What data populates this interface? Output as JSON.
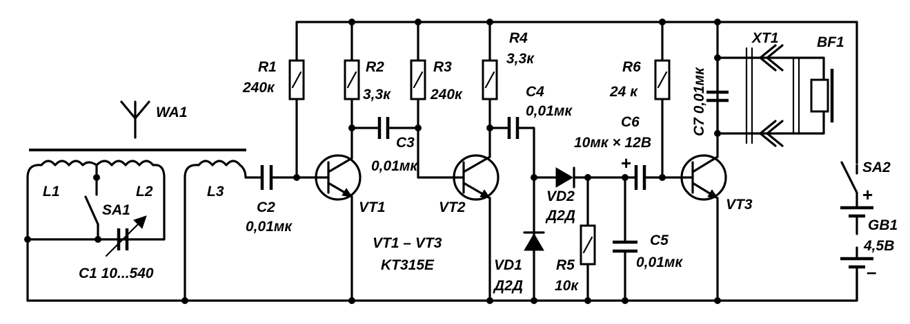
{
  "labels": {
    "wa1": "WA1",
    "l1": "L1",
    "l2": "L2",
    "l3": "L3",
    "sa1": "SA1",
    "c1": "C1 10...540",
    "c2_name": "C2",
    "c2_value": "0,01мк",
    "r1_name": "R1",
    "r1_value": "240к",
    "r2_name": "R2",
    "r2_value": "3,3к",
    "r3_name": "R3",
    "r3_value": "240к",
    "r4_name": "R4",
    "r4_value": "3,3к",
    "c3_name": "C3",
    "c3_value": "0,01мк",
    "c4_name": "C4",
    "c4_value": "0,01мк",
    "vt1": "VT1",
    "vt2": "VT2",
    "vt3": "VT3",
    "vt_range": "VT1 – VT3",
    "vt_type": "KT315E",
    "vd1_name": "VD1",
    "vd1_value": "Д2Д",
    "vd2_name": "VD2",
    "vd2_value": "Д2Д",
    "r5_name": "R5",
    "r5_value": "10к",
    "c5_name": "C5",
    "c5_value": "0,01мк",
    "c6_name": "C6",
    "c6_value": "10мк × 12В",
    "c6_plus": "+",
    "r6_name": "R6",
    "r6_value": "24 к",
    "c7": "C7 0,01мк",
    "xt1": "XT1",
    "bf1": "BF1",
    "sa2": "SA2",
    "gb1_plus": "+",
    "gb1_name": "GB1",
    "gb1_value": "4,5В",
    "gb1_minus": "–"
  }
}
